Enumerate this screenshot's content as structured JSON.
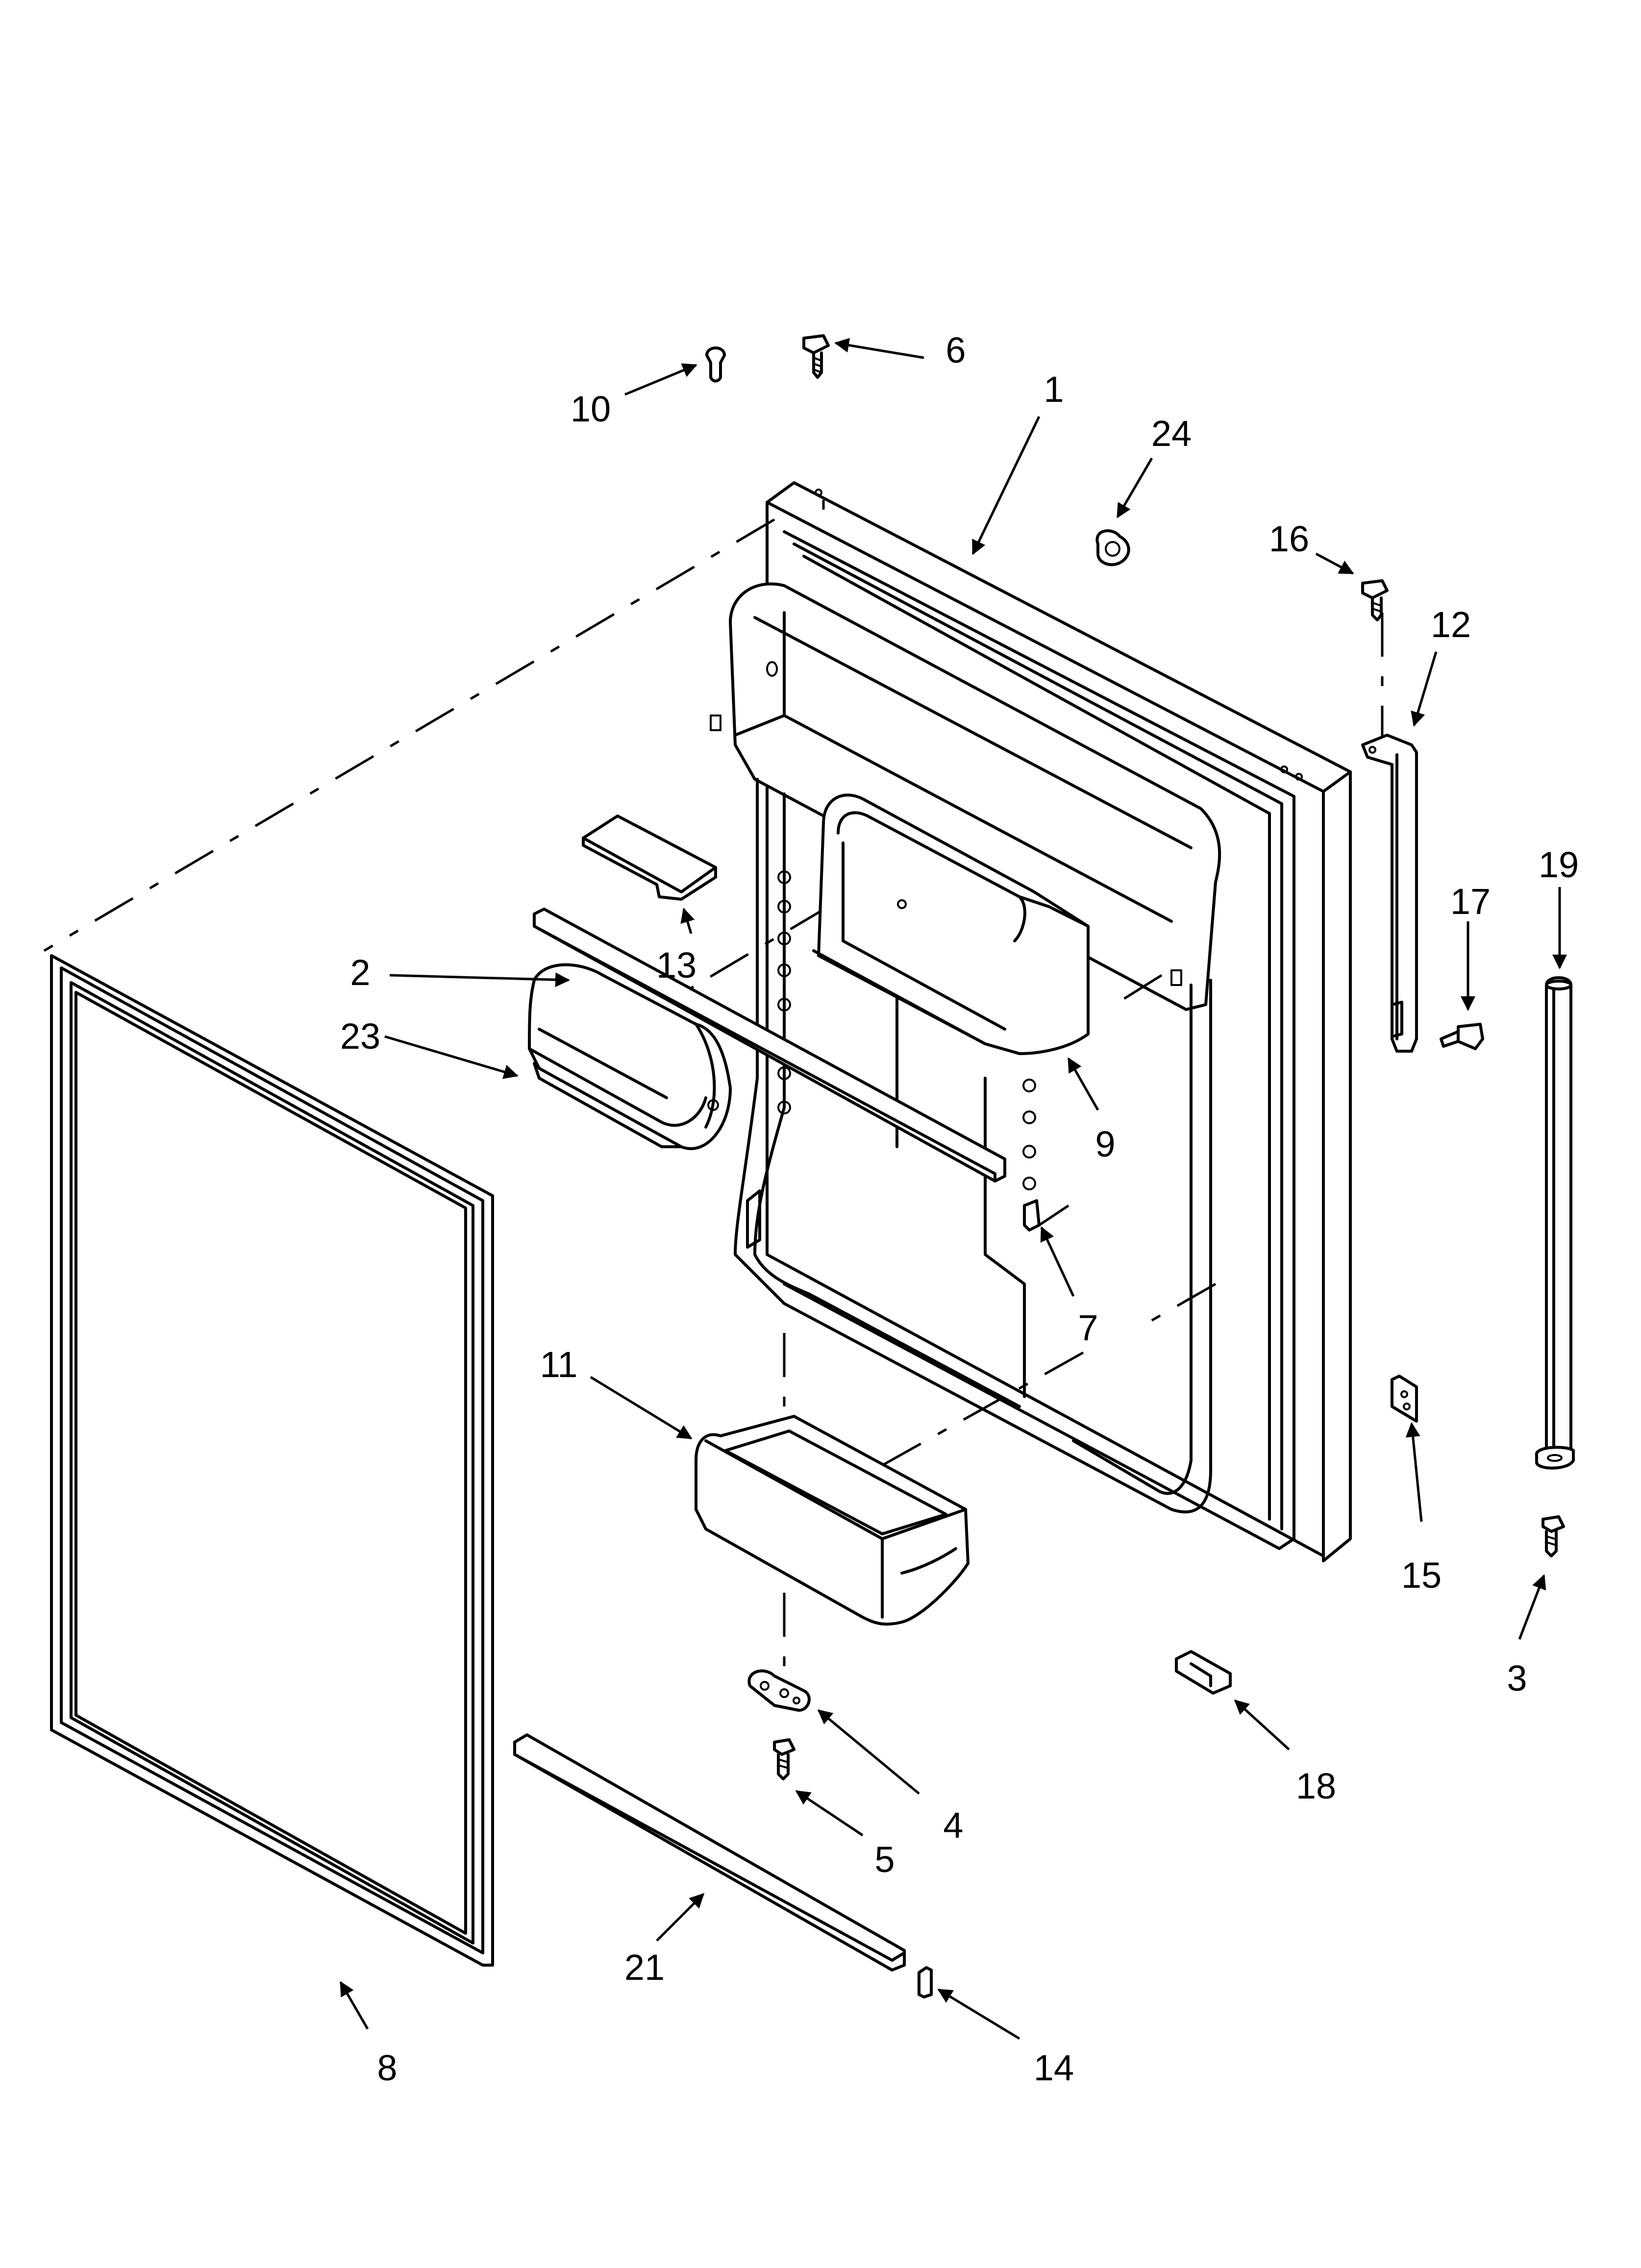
{
  "diagram": {
    "type": "exploded-parts-diagram",
    "callouts": [
      {
        "id": "p1",
        "label": "1"
      },
      {
        "id": "p2",
        "label": "2"
      },
      {
        "id": "p3",
        "label": "3"
      },
      {
        "id": "p4",
        "label": "4"
      },
      {
        "id": "p5",
        "label": "5"
      },
      {
        "id": "p6",
        "label": "6"
      },
      {
        "id": "p7",
        "label": "7"
      },
      {
        "id": "p8",
        "label": "8"
      },
      {
        "id": "p9",
        "label": "9"
      },
      {
        "id": "p10",
        "label": "10"
      },
      {
        "id": "p11",
        "label": "11"
      },
      {
        "id": "p12",
        "label": "12"
      },
      {
        "id": "p13",
        "label": "13"
      },
      {
        "id": "p14",
        "label": "14"
      },
      {
        "id": "p15",
        "label": "15"
      },
      {
        "id": "p16",
        "label": "16"
      },
      {
        "id": "p17",
        "label": "17"
      },
      {
        "id": "p18",
        "label": "18"
      },
      {
        "id": "p19",
        "label": "19"
      },
      {
        "id": "p21",
        "label": "21"
      },
      {
        "id": "p23",
        "label": "23"
      },
      {
        "id": "p24",
        "label": "24"
      }
    ]
  }
}
